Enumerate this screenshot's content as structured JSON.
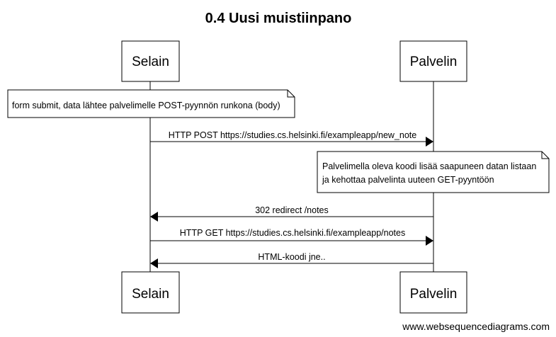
{
  "diagram": {
    "title": "0.4 Uusi muistiinpano",
    "participants": [
      {
        "id": "selain",
        "label": "Selain"
      },
      {
        "id": "palvelin",
        "label": "Palvelin"
      }
    ],
    "notes": [
      {
        "id": "note1",
        "lines": [
          "form submit, data lähtee palvelimelle POST-pyynnön runkona (body)"
        ]
      },
      {
        "id": "note2",
        "lines": [
          "Palvelimella oleva koodi lisää saapuneen datan listaan",
          "ja kehottaa palvelinta uuteen GET-pyyntöön"
        ]
      }
    ],
    "messages": [
      {
        "id": "m1",
        "from": "selain",
        "to": "palvelin",
        "label": "HTTP POST https://studies.cs.helsinki.fi/exampleapp/new_note"
      },
      {
        "id": "m2",
        "from": "palvelin",
        "to": "selain",
        "label": "302 redirect /notes"
      },
      {
        "id": "m3",
        "from": "selain",
        "to": "palvelin",
        "label": "HTTP GET https://studies.cs.helsinki.fi/exampleapp/notes"
      },
      {
        "id": "m4",
        "from": "palvelin",
        "to": "selain",
        "label": "HTML-koodi jne.."
      }
    ],
    "credit": "www.websequencediagrams.com",
    "colors": {
      "stroke": "#000000",
      "fill": "#ffffff"
    }
  }
}
